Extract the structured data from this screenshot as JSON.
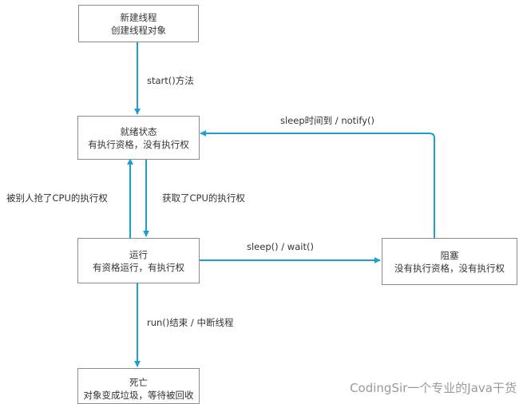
{
  "diagram": {
    "title": "Java thread state transitions",
    "edge_color": "#1a9fd1",
    "nodes": {
      "new": {
        "title": "新建线程",
        "subtitle": "创建线程对象"
      },
      "ready": {
        "title": "就绪状态",
        "subtitle": "有执行资格，没有执行权"
      },
      "running": {
        "title": "运行",
        "subtitle": "有资格运行，有执行权"
      },
      "blocked": {
        "title": "阻塞",
        "subtitle": "没有执行资格，没有执行权"
      },
      "dead": {
        "title": "死亡",
        "subtitle": "对象变成垃圾，等待被回收"
      }
    },
    "edges": [
      {
        "id": "new-to-ready",
        "from": "new",
        "to": "ready",
        "label": "start()方法"
      },
      {
        "id": "running-to-ready",
        "from": "running",
        "to": "ready",
        "label": "被别人抢了CPU的执行权"
      },
      {
        "id": "ready-to-running",
        "from": "ready",
        "to": "running",
        "label": "获取了CPU的执行权"
      },
      {
        "id": "running-to-blocked",
        "from": "running",
        "to": "blocked",
        "label": "sleep() / wait()"
      },
      {
        "id": "blocked-to-ready",
        "from": "blocked",
        "to": "ready",
        "label": "sleep时间到 / notify()"
      },
      {
        "id": "running-to-dead",
        "from": "running",
        "to": "dead",
        "label": "run()结束 / 中断线程"
      }
    ]
  },
  "watermark": "CodingSir一个专业的Java干货"
}
